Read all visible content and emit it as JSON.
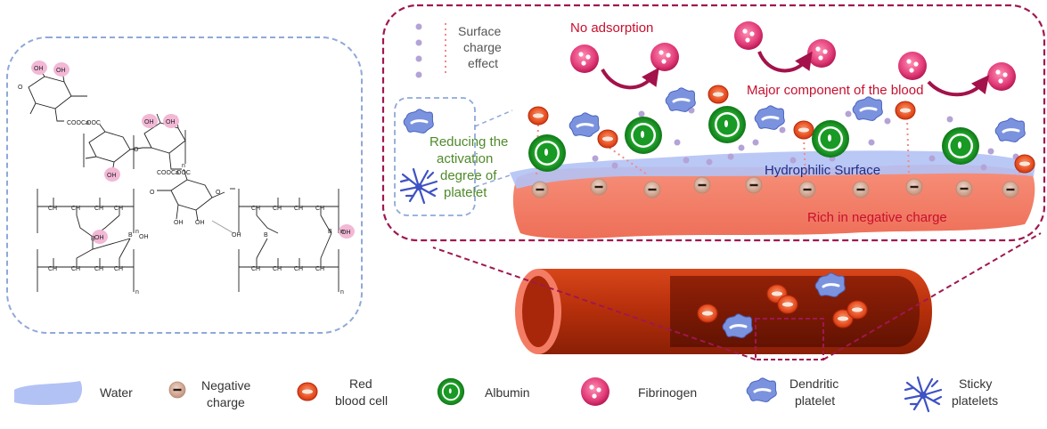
{
  "surface_panel": {
    "legend_surface_charge": [
      "Surface",
      "charge",
      "effect"
    ],
    "no_adsorption": "No adsorption",
    "major_component": "Major component of the blood",
    "reducing_text": [
      "Reducing the",
      "activation",
      "degree of",
      "platelet"
    ],
    "hydrophilic_surface": "Hydrophilic Surface",
    "rich_negative": "Rich in negative charge",
    "negative_symbol": "−"
  },
  "chem": {
    "hydroxyl": "OH",
    "ester_a": "COOCa",
    "ester_b": "OOC",
    "boron": "B",
    "oxygen": "O",
    "ch2": "CH",
    "ch": "CH",
    "subscript_n": "n",
    "bond_oh": "OH"
  },
  "legend": {
    "water": "Water",
    "negative_charge": [
      "Negative",
      "charge"
    ],
    "red_blood_cell": [
      "Red",
      "blood cell"
    ],
    "albumin": "Albumin",
    "fibrinogen": "Fibrinogen",
    "dendritic_platelet": [
      "Dendritic",
      "platelet"
    ],
    "sticky_platelets": [
      "Sticky",
      "platelets"
    ]
  },
  "colors": {
    "dashed_blue": "#8fa9d9",
    "dashed_magenta": "#a0174f",
    "vessel_red": "#c0360e",
    "wall_salmon": "#f47c64",
    "water_blue": "#b3c2f5",
    "albumin_green": "#1d9a2a",
    "fibrinogen_pink": "#e0407a",
    "rbc_orange": "#e8461f",
    "platelet_blue": "#6a86d8",
    "dot_purple": "#b4a3d6",
    "green_text": "#4f8a2a",
    "red_text": "#c8102e"
  }
}
